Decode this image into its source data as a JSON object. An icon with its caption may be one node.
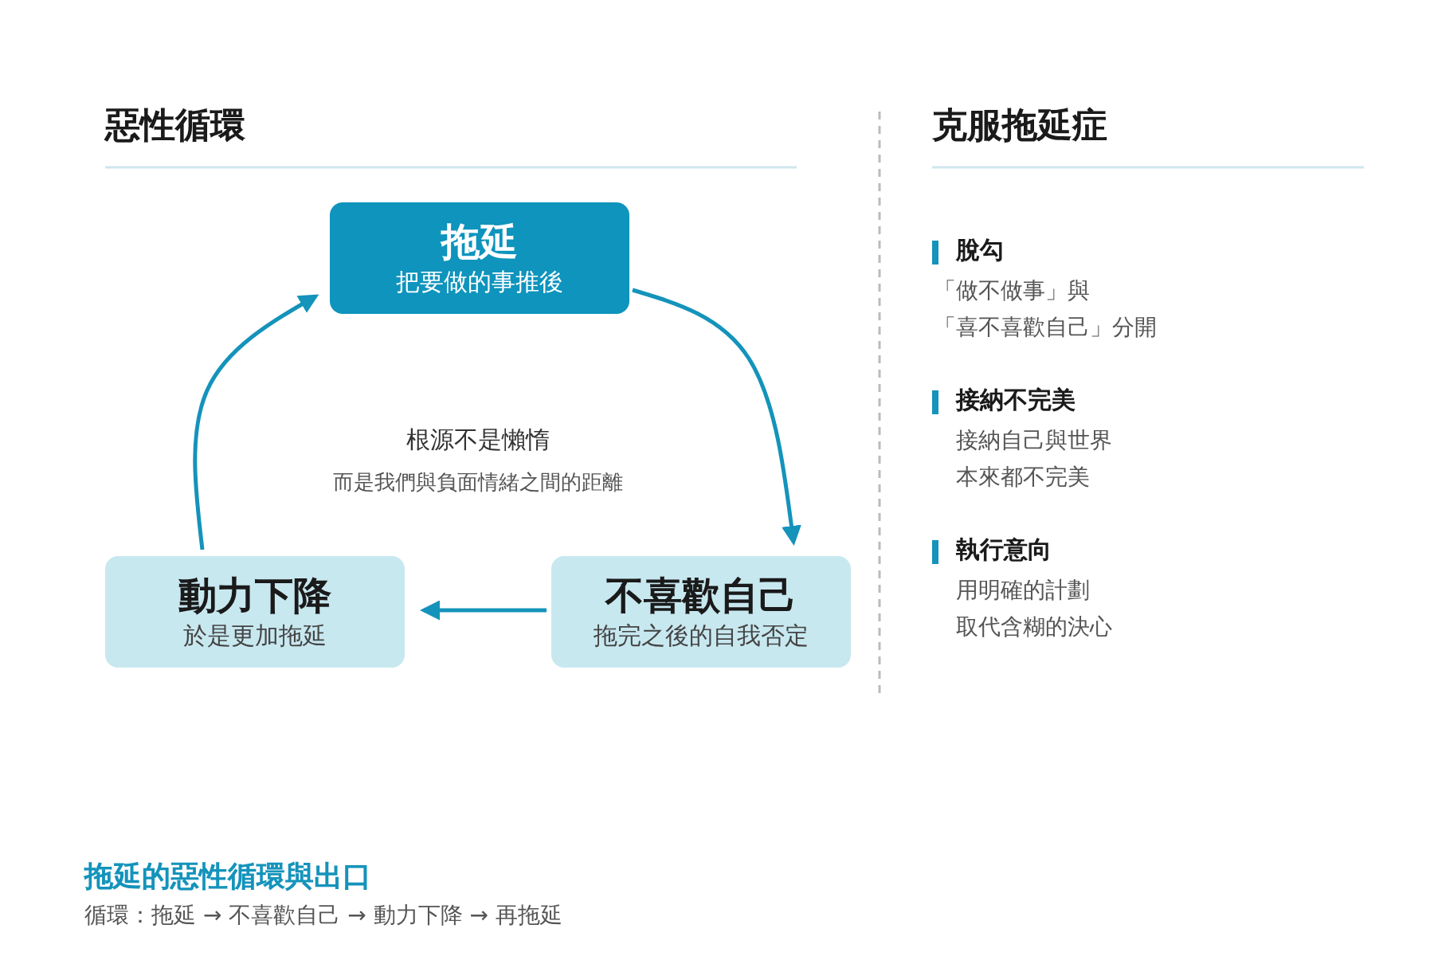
{
  "diagram": {
    "caption": "拖延的惡性循環與出口",
    "nodes": [
      {
        "text": [
          "拖延",
          "把要做的事推後"
        ]
      },
      {
        "text": [
          "動力下降",
          "於是更加拖延"
        ]
      },
      {
        "text": [
          "不喜歡自己",
          "拖完之後的自我否定"
        ]
      }
    ],
    "edges": [
      {
        "from": 0,
        "to": 2,
        "arrow": "to"
      },
      {
        "from": 2,
        "to": 1,
        "arrow": "to"
      },
      {
        "from": 1,
        "to": 0,
        "arrow": "to"
      }
    ],
    "labels": [
      "惡性循環",
      "克服拖延症",
      "根源不是懶惰",
      "而是我們與負面情緒之間的距離",
      "脫勾",
      "「做不做事」與",
      "「喜不喜歡自己」分開",
      "接納不完美",
      "接納自己與世界",
      "本來都不完美",
      "執行意向",
      "用明確的計劃",
      "取代含糊的決心",
      "循環：拖延 → 不喜歡自己 → 動力下降 → 再拖延"
    ]
  }
}
